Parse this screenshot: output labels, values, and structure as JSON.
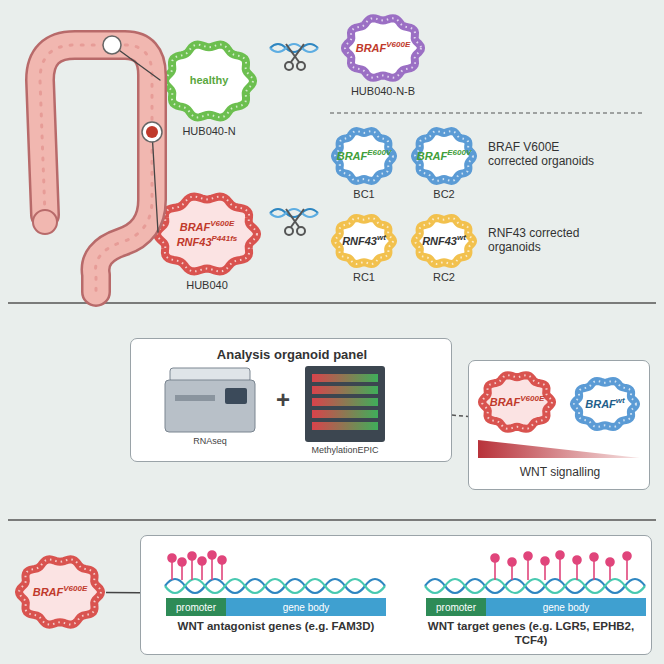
{
  "diagram": {
    "nodes": [
      {
        "text": [
          "healthy",
          "HUB040-N"
        ]
      },
      {
        "text": [
          "BRAF",
          "V600E",
          "RNF43",
          "P441fs",
          "HUB040"
        ]
      },
      {
        "text": [
          "BRAF",
          "V600E",
          "HUB040-N-B"
        ]
      },
      {
        "text": [
          "BRAF",
          "E600V",
          "BC1"
        ]
      },
      {
        "text": [
          "BRAF",
          "E600V",
          "BC2"
        ]
      },
      {
        "text": [
          "RNF43",
          "wt",
          "RC1"
        ]
      },
      {
        "text": [
          "RNF43",
          "wt",
          "RC2"
        ]
      },
      {
        "text": [
          "Analysis organoid panel"
        ]
      },
      {
        "text": [
          "WNT signalling"
        ]
      },
      {
        "text": [
          "BRAF",
          "V600E"
        ],
        "in": 8
      },
      {
        "text": [
          "BRAF",
          "wt"
        ],
        "in": 8
      },
      {
        "text": [
          "BRAF",
          "V600E"
        ]
      },
      {
        "text": [
          "WNT antagonist genes (e.g. FAM3D)",
          "WNT target genes (e.g. LGR5, EPHB2, TCF4)"
        ]
      },
      {
        "text": [
          "promoter"
        ],
        "in": 12
      },
      {
        "text": [
          "gene body"
        ],
        "in": 12
      },
      {
        "text": [
          "promoter"
        ],
        "in": 12
      },
      {
        "text": [
          "gene body"
        ],
        "in": 12
      }
    ],
    "edges": [
      {
        "from": 7,
        "to": 8,
        "arrow": "none"
      },
      {
        "from": 11,
        "to": 12,
        "arrow": "none"
      }
    ],
    "labels": [
      "BRAF V600E corrected organoids",
      "RNF43 corrected organoids",
      "RNAseq",
      "+",
      "MethylationEPIC"
    ]
  }
}
